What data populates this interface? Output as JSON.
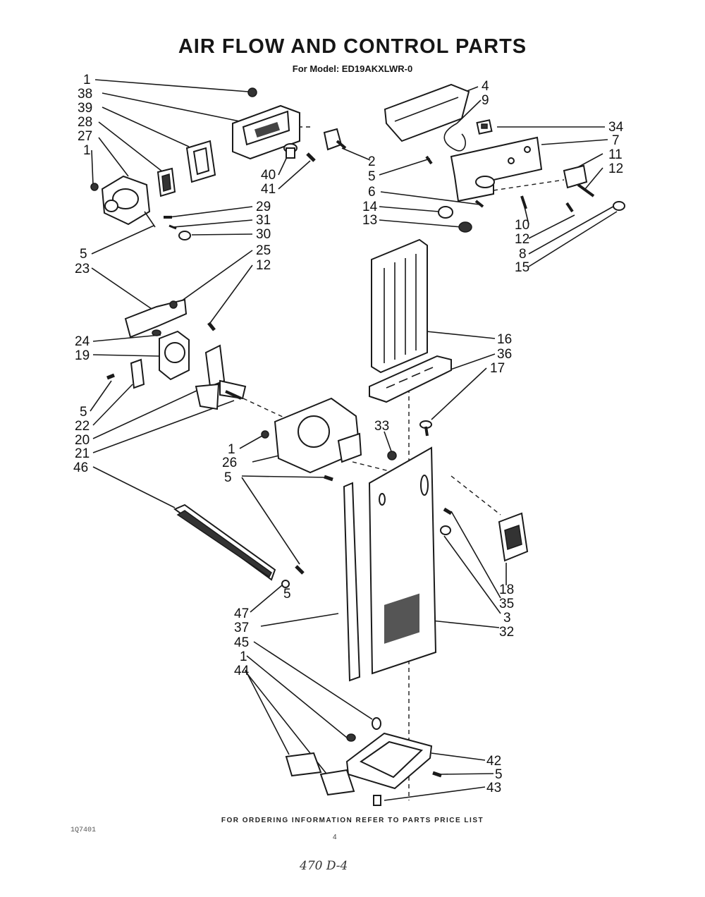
{
  "title": "AIR FLOW AND CONTROL PARTS",
  "subtitle": "For Model: ED19AKXLWR-0",
  "footer": "FOR ORDERING INFORMATION REFER TO PARTS PRICE LIST",
  "figure_number": "1Q7401",
  "page_number": "4",
  "handwritten_note": "470 D-4",
  "callouts": {
    "c1a": "1",
    "c38": "38",
    "c39": "39",
    "c28": "28",
    "c27": "27",
    "c1b": "1",
    "c4": "4",
    "c9": "9",
    "c34": "34",
    "c7": "7",
    "c11": "11",
    "c12a": "12",
    "c2": "2",
    "c5a": "5",
    "c6": "6",
    "c14": "14",
    "c13": "13",
    "c40": "40",
    "c41": "41",
    "c29": "29",
    "c31": "31",
    "c30": "30",
    "c10": "10",
    "c12b": "12",
    "c8": "8",
    "c15": "15",
    "c5b": "5",
    "c23": "23",
    "c25": "25",
    "c12c": "12",
    "c24": "24",
    "c19": "19",
    "c16": "16",
    "c36": "36",
    "c17": "17",
    "c5c": "5",
    "c22": "22",
    "c20": "20",
    "c21": "21",
    "c46": "46",
    "c33": "33",
    "c1c": "1",
    "c26": "26",
    "c5d": "5",
    "c18": "18",
    "c35": "35",
    "c3": "3",
    "c32": "32",
    "c5e": "5",
    "c47": "47",
    "c37": "37",
    "c45": "45",
    "c1d": "1",
    "c44": "44",
    "c42": "42",
    "c5f": "5",
    "c43": "43"
  }
}
